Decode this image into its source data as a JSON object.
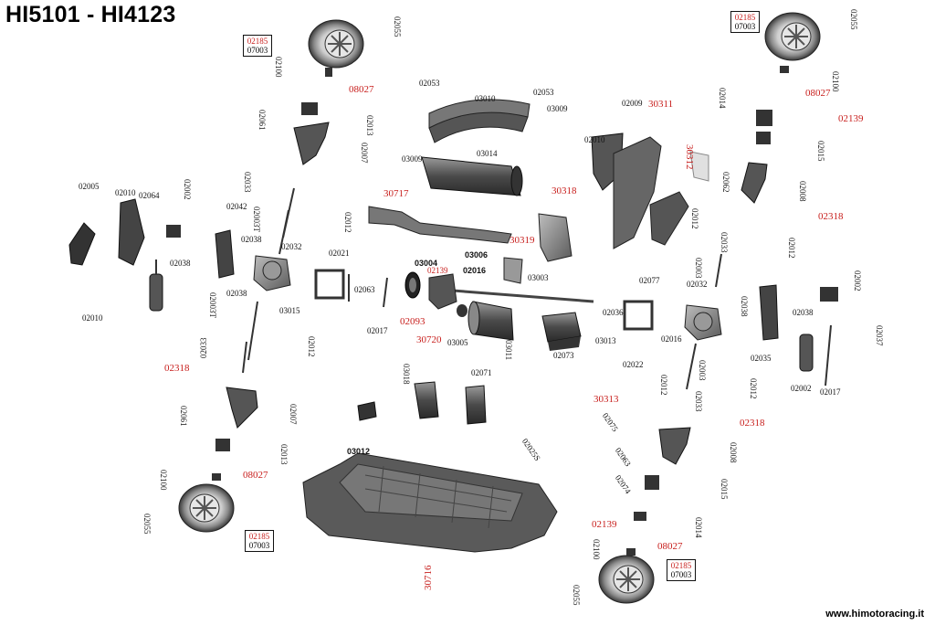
{
  "header": {
    "title": "HI5101 - HI4123"
  },
  "footer": {
    "website": "www.himotoracing.it"
  },
  "wheel_labels": {
    "tl": {
      "top": "02185",
      "bottom": "07003"
    },
    "tr": {
      "top": "02185",
      "bottom": "07003"
    },
    "bl": {
      "top": "02185",
      "bottom": "07003"
    },
    "br": {
      "top": "02185",
      "bottom": "07003"
    }
  },
  "parts": {
    "p02055_tl": "02055",
    "p02100_tl": "02100",
    "p08027_tl": "08027",
    "p02061_tl": "02061",
    "p02013_tl": "02013",
    "p02007_tl": "02007",
    "p02033_tl": "02033",
    "p02003t_tl": "02003T",
    "p02005": "02005",
    "p02010_a": "02010",
    "p02064": "02064",
    "p02002_l": "02002",
    "p02010_b": "02010",
    "p02038_a": "02038",
    "p02042": "02042",
    "p02038_b": "02038",
    "p02032_l": "02032",
    "p02038_c": "02038",
    "p02003t_l2": "02003T",
    "p03015": "03015",
    "p02012_l": "02012",
    "p02033_l2": "02033",
    "p02318_l": "02318",
    "p02007_bl": "02007",
    "p02061_bl": "02061",
    "p02013_bl": "02013",
    "p08027_bl": "08027",
    "p02100_bl": "02100",
    "p02055_bl": "02055",
    "p02012_a": "02012",
    "p02021": "02021",
    "p02063": "02063",
    "p02017_l": "02017",
    "p30717": "30717",
    "p02053_a": "02053",
    "p03010": "03010",
    "p02053_b": "02053",
    "p03009_a": "03009",
    "p03009_b": "03009",
    "p03014": "03014",
    "p30319": "30319",
    "p03006": "03006",
    "p02016_a": "02016",
    "p03004": "03004",
    "p02139_m": "02139",
    "p03003": "03003",
    "p02093": "02093",
    "p30720": "30720",
    "p03005": "03005",
    "p03011": "03011",
    "p03013": "03013",
    "p02073": "02073",
    "p03018": "03018",
    "p02071": "02071",
    "p03012": "03012",
    "p30716": "30716",
    "p30313": "30313",
    "p02075": "02075",
    "p02025s": "02025S",
    "p02063_b": "02063",
    "p02074": "02074",
    "p30318": "30318",
    "p02009": "02009",
    "p30311": "30311",
    "p02010_r": "02010",
    "p30312": "30312",
    "p02077": "02077",
    "p02012_r1": "02012",
    "p02003_r": "02003",
    "p02033_r": "02033",
    "p02036": "02036",
    "p02032_r": "02032",
    "p02016_r": "02016",
    "p02022": "02022",
    "p02012_r2": "02012",
    "p02003_r2": "02003",
    "p02033_r2": "02033",
    "p02012_r3": "02012",
    "p02038_r": "02038",
    "p02035": "02035",
    "p02038_r2": "02038",
    "p02002_r": "02002",
    "p02002_r2": "02002",
    "p02017_r": "02017",
    "p02037": "02037",
    "p02055_tr": "02055",
    "p02100_tr": "02100",
    "p08027_tr": "08027",
    "p02014_tr": "02014",
    "p02139_tr": "02139",
    "p02015_tr": "02015",
    "p02062_tr": "02062",
    "p02008_tr": "02008",
    "p02318_tr": "02318",
    "p02012_tr": "02012",
    "p02318_br": "02318",
    "p02008_br": "02008",
    "p02015_br": "02015",
    "p02014_br": "02014",
    "p02139_br": "02139",
    "p08027_br": "08027",
    "p02100_br": "02100",
    "p02055_br": "02055"
  }
}
